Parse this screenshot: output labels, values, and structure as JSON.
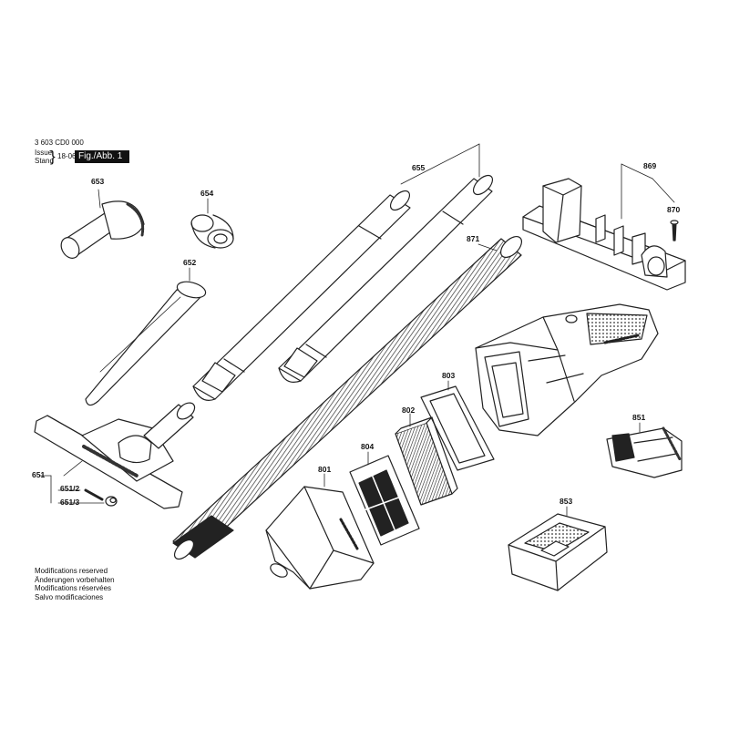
{
  "header": {
    "doc_number": "3 603 CD0 000",
    "issue_label": "Issue",
    "stand_label": "Stand",
    "date": "18-06-27",
    "figure_label": "Fig./Abb. 1"
  },
  "notes": [
    "Modifications reserved",
    "Änderungen vorbehalten",
    "Modifications réservées",
    "Salvo modificaciones"
  ],
  "parts": {
    "p651": "651",
    "p651_2": "651/2",
    "p651_3": "651/3",
    "p652": "652",
    "p653": "653",
    "p654": "654",
    "p655": "655",
    "p801": "801",
    "p802": "802",
    "p803": "803",
    "p804": "804",
    "p851": "851",
    "p853": "853",
    "p869": "869",
    "p870": "870",
    "p871": "871"
  }
}
